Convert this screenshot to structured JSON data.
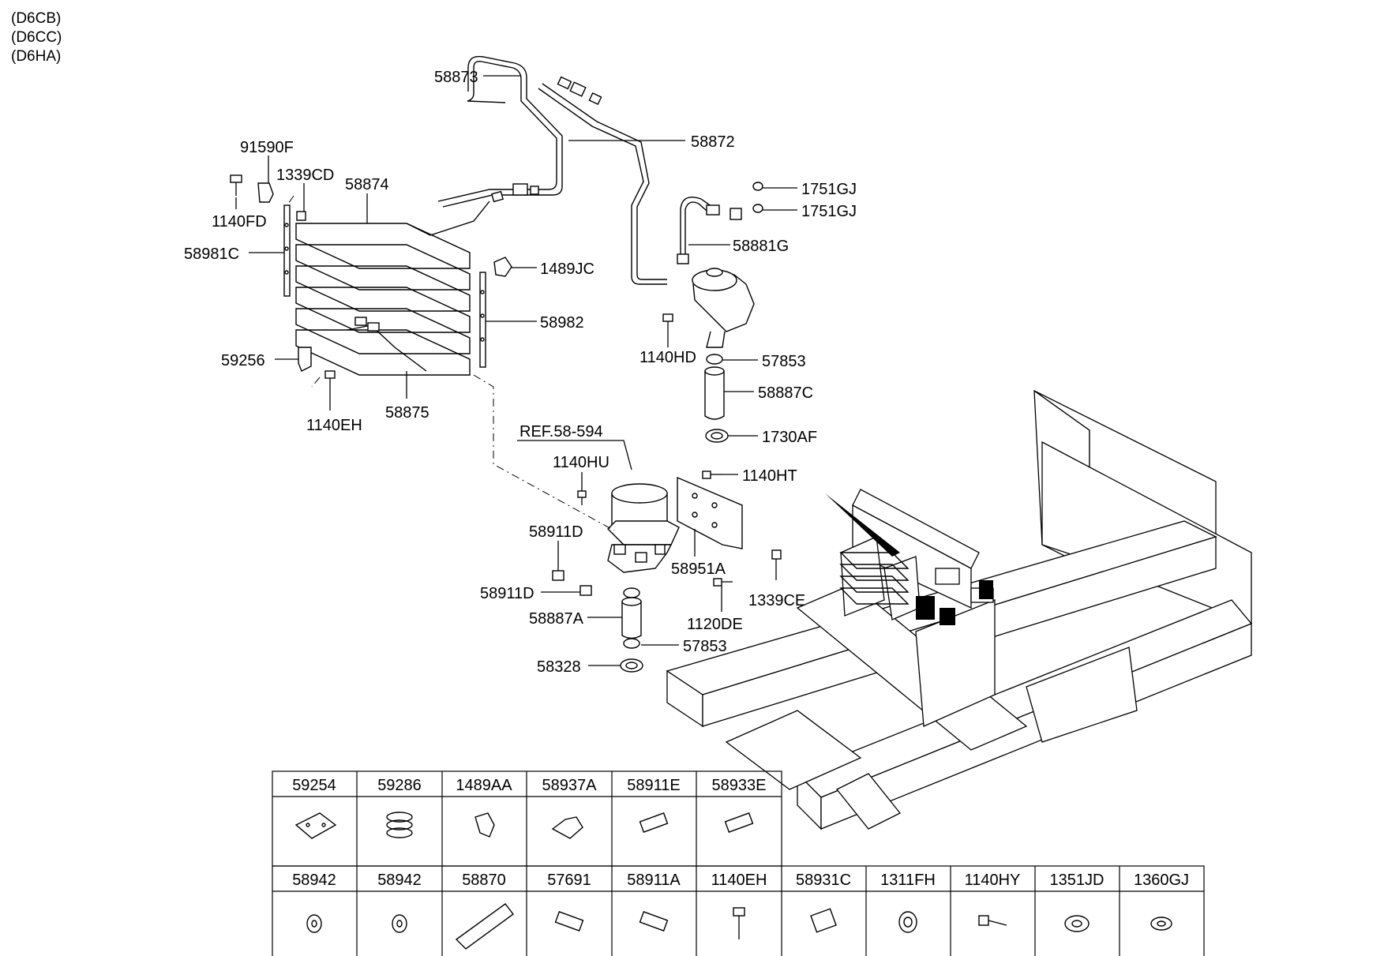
{
  "engine_variants": [
    "(D6CB)",
    "(D6CC)",
    "(D6HA)"
  ],
  "callouts": {
    "c58873": "58873",
    "c58872": "58872",
    "c91590F": "91590F",
    "c1339CD": "1339CD",
    "c58874": "58874",
    "c1140FD": "1140FD",
    "c58981C": "58981C",
    "c1489JC": "1489JC",
    "c58982": "58982",
    "c59256": "59256",
    "c58875": "58875",
    "c1140EH": "1140EH",
    "c1751GJ_a": "1751GJ",
    "c1751GJ_b": "1751GJ",
    "c58881G": "58881G",
    "c1140HD": "1140HD",
    "c57853_a": "57853",
    "c58887C": "58887C",
    "c1730AF": "1730AF",
    "cREF": "REF.58-594",
    "c1140HU": "1140HU",
    "c1140HT": "1140HT",
    "c58911D_a": "58911D",
    "c58911D_b": "58911D",
    "c58951A": "58951A",
    "c1339CE": "1339CE",
    "c1120DE": "1120DE",
    "c58887A": "58887A",
    "c57853_b": "57853",
    "c58328": "58328"
  },
  "parts_table": {
    "row1": [
      "59254",
      "59286",
      "1489AA",
      "58937A",
      "58911E",
      "58933E"
    ],
    "row2": [
      "58942",
      "58942",
      "58870",
      "57691",
      "58911A",
      "1140EH",
      "58931C",
      "1311FH",
      "1140HY",
      "1351JD",
      "1360GJ"
    ]
  }
}
